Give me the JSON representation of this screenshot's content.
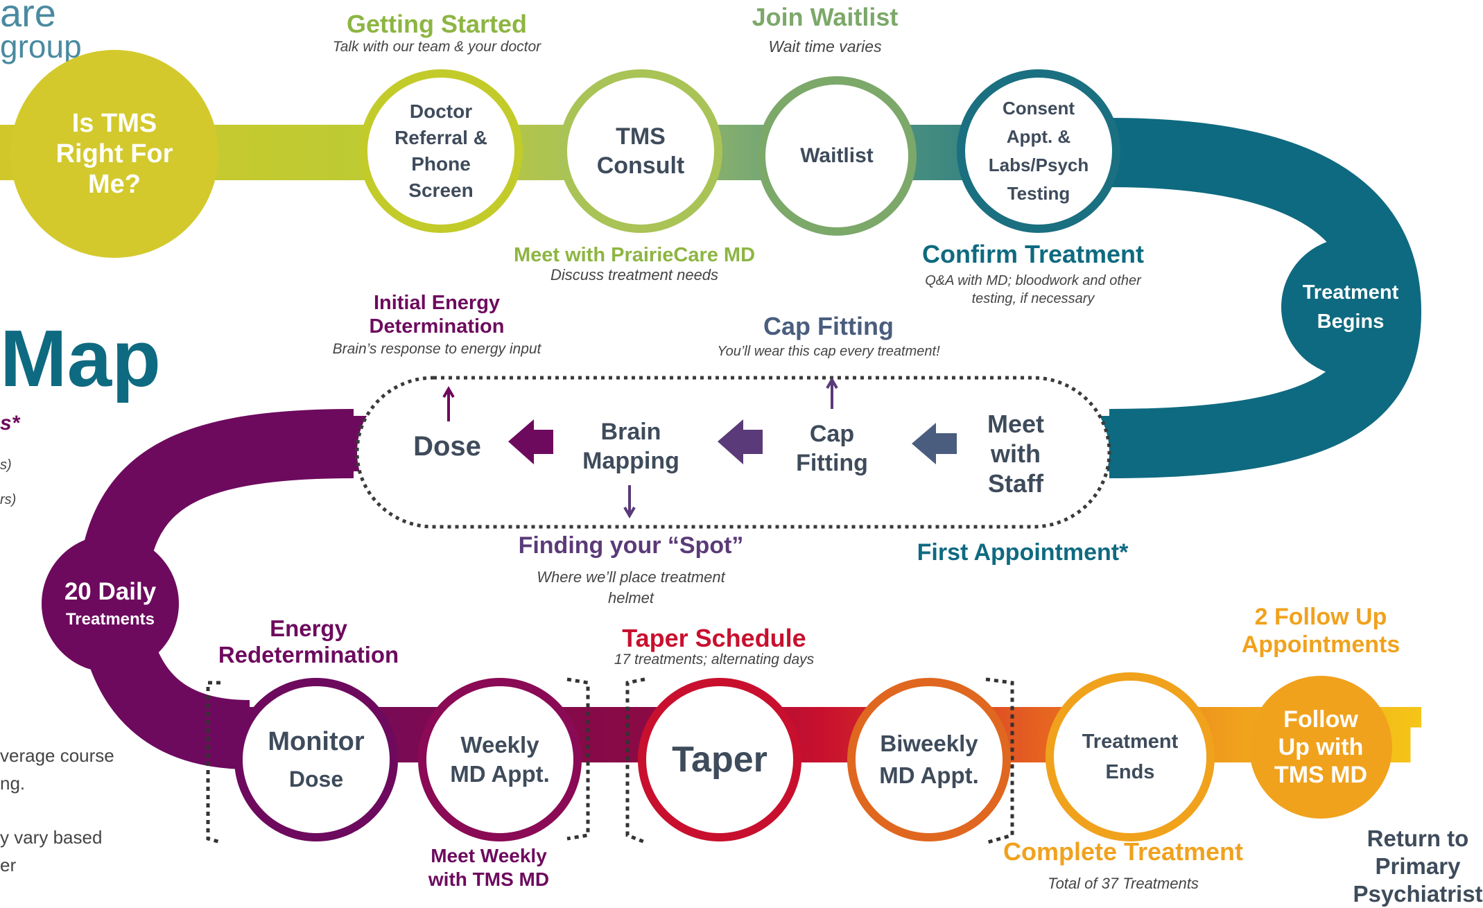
{
  "colors": {
    "lime": "#c3cb2a",
    "olive": "#d3c92c",
    "sage": "#7ca86a",
    "teal": "#0e6a80",
    "plum": "#6d0a5e",
    "violet": "#5a3a78",
    "slate": "#4a5d7e",
    "red": "#c8102e",
    "orange": "#f0a21d",
    "yellow": "#f5c518",
    "green": "#8db542"
  },
  "logo": {
    "line1": "are",
    "line2": "group"
  },
  "map_title": "Map",
  "left_notes": {
    "asterisk": "s*",
    "n1": "s)",
    "n2": "rs)",
    "n3": "verage course\nng.",
    "n4": "y vary based\ner"
  },
  "steps": {
    "is_tms": "Is TMS\nRight For\nMe?",
    "doctor_referral": "Doctor\nReferral &\nPhone\nScreen",
    "tms_consult": "TMS\nConsult",
    "waitlist": "Waitlist",
    "consent": "Consent\nAppt. &\nLabs/Psych\nTesting",
    "treatment_begins": "Treatment\nBegins",
    "meet_staff": "Meet\nwith\nStaff",
    "cap_fitting": "Cap\nFitting",
    "brain_mapping": "Brain\nMapping",
    "dose": "Dose",
    "daily_big": "20 Daily",
    "daily_small": "Treatments",
    "monitor": "Monitor",
    "monitor_dose": "Dose",
    "weekly": "Weekly\nMD Appt.",
    "taper": "Taper",
    "biweekly": "Biweekly\nMD Appt.",
    "treatment_ends": "Treatment\nEnds",
    "follow_up": "Follow\nUp with\nTMS MD"
  },
  "labels": {
    "getting_started": {
      "title": "Getting Started",
      "sub": "Talk with our team & your doctor"
    },
    "join_waitlist": {
      "title": "Join Waitlist",
      "sub": "Wait time varies"
    },
    "meet_md": {
      "title": "Meet with PrairieCare MD",
      "sub": "Discuss treatment needs"
    },
    "confirm": {
      "title": "Confirm Treatment",
      "sub": "Q&A with MD; bloodwork and other\ntesting, if necessary"
    },
    "initial_energy": {
      "title": "Initial Energy\nDetermination",
      "sub": "Brain’s response to energy input"
    },
    "cap_fitting": {
      "title": "Cap Fitting",
      "sub": "You’ll wear this cap every treatment!"
    },
    "finding_spot": {
      "title": "Finding your “Spot”",
      "sub": "Where we’ll place treatment\nhelmet"
    },
    "first_appt": {
      "title": "First Appointment*"
    },
    "energy_redet": {
      "title": "Energy\nRedetermination"
    },
    "taper_schedule": {
      "title": "Taper Schedule",
      "sub": "17 treatments; alternating days"
    },
    "follow_appts": {
      "title": "2 Follow Up\nAppointments"
    },
    "meet_weekly": {
      "title": "Meet Weekly\nwith TMS MD"
    },
    "complete": {
      "title": "Complete Treatment",
      "sub": "Total of 37 Treatments"
    },
    "return": {
      "title": "Return to\nPrimary\nPsychiatrist"
    }
  }
}
